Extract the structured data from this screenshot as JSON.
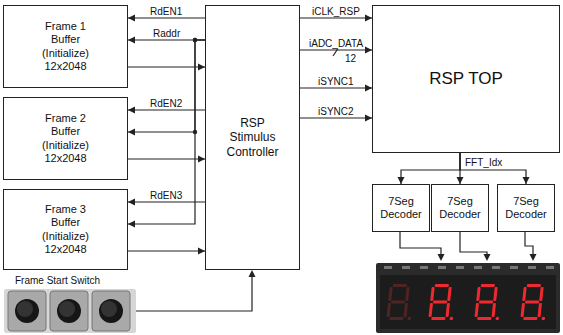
{
  "diagram": {
    "nodes": [
      {
        "text": [
          "Frame 1 Buffer (Initialize) 12x2048"
        ]
      },
      {
        "text": [
          "Frame 2 Buffer (Initialize) 12x2048"
        ]
      },
      {
        "text": [
          "Frame 3 Buffer (Initialize) 12x2048"
        ]
      },
      {
        "text": [
          "RSP Stimulus Controller"
        ]
      },
      {
        "text": [
          "RSP TOP"
        ]
      },
      {
        "text": [
          "7Seg Decoder"
        ]
      },
      {
        "text": [
          "7Seg Decoder"
        ]
      },
      {
        "text": [
          "7Seg Decoder"
        ]
      }
    ],
    "edges": [
      {
        "from": 3,
        "to": 0,
        "arrow": "to",
        "label": "RdEN1"
      },
      {
        "from": 3,
        "to": 0,
        "arrow": "to",
        "label": "Raddr"
      },
      {
        "from": 3,
        "to": 1,
        "arrow": "to"
      },
      {
        "from": 3,
        "to": 2,
        "arrow": "to"
      },
      {
        "from": 0,
        "to": 3,
        "arrow": "to"
      },
      {
        "from": 3,
        "to": 1,
        "arrow": "to",
        "label": "RdEN2"
      },
      {
        "from": 1,
        "to": 3,
        "arrow": "to"
      },
      {
        "from": 3,
        "to": 2,
        "arrow": "to",
        "label": "RdEN3"
      },
      {
        "from": 2,
        "to": 3,
        "arrow": "to"
      },
      {
        "from": 3,
        "to": 4,
        "arrow": "to",
        "label": "iCLK_RSP"
      },
      {
        "from": 3,
        "to": 4,
        "arrow": "to",
        "label": "iADC_DATA"
      },
      {
        "from": 3,
        "to": 4,
        "arrow": "to",
        "label": "iSYNC1"
      },
      {
        "from": 3,
        "to": 4,
        "arrow": "to",
        "label": "iSYNC2"
      },
      {
        "from": 4,
        "to": 5,
        "arrow": "to"
      },
      {
        "from": 4,
        "to": 6,
        "arrow": "to",
        "label": "FFT_Idx"
      },
      {
        "from": 4,
        "to": 7,
        "arrow": "to"
      }
    ],
    "labels": [
      "12",
      "Frame Start Switch"
    ]
  }
}
